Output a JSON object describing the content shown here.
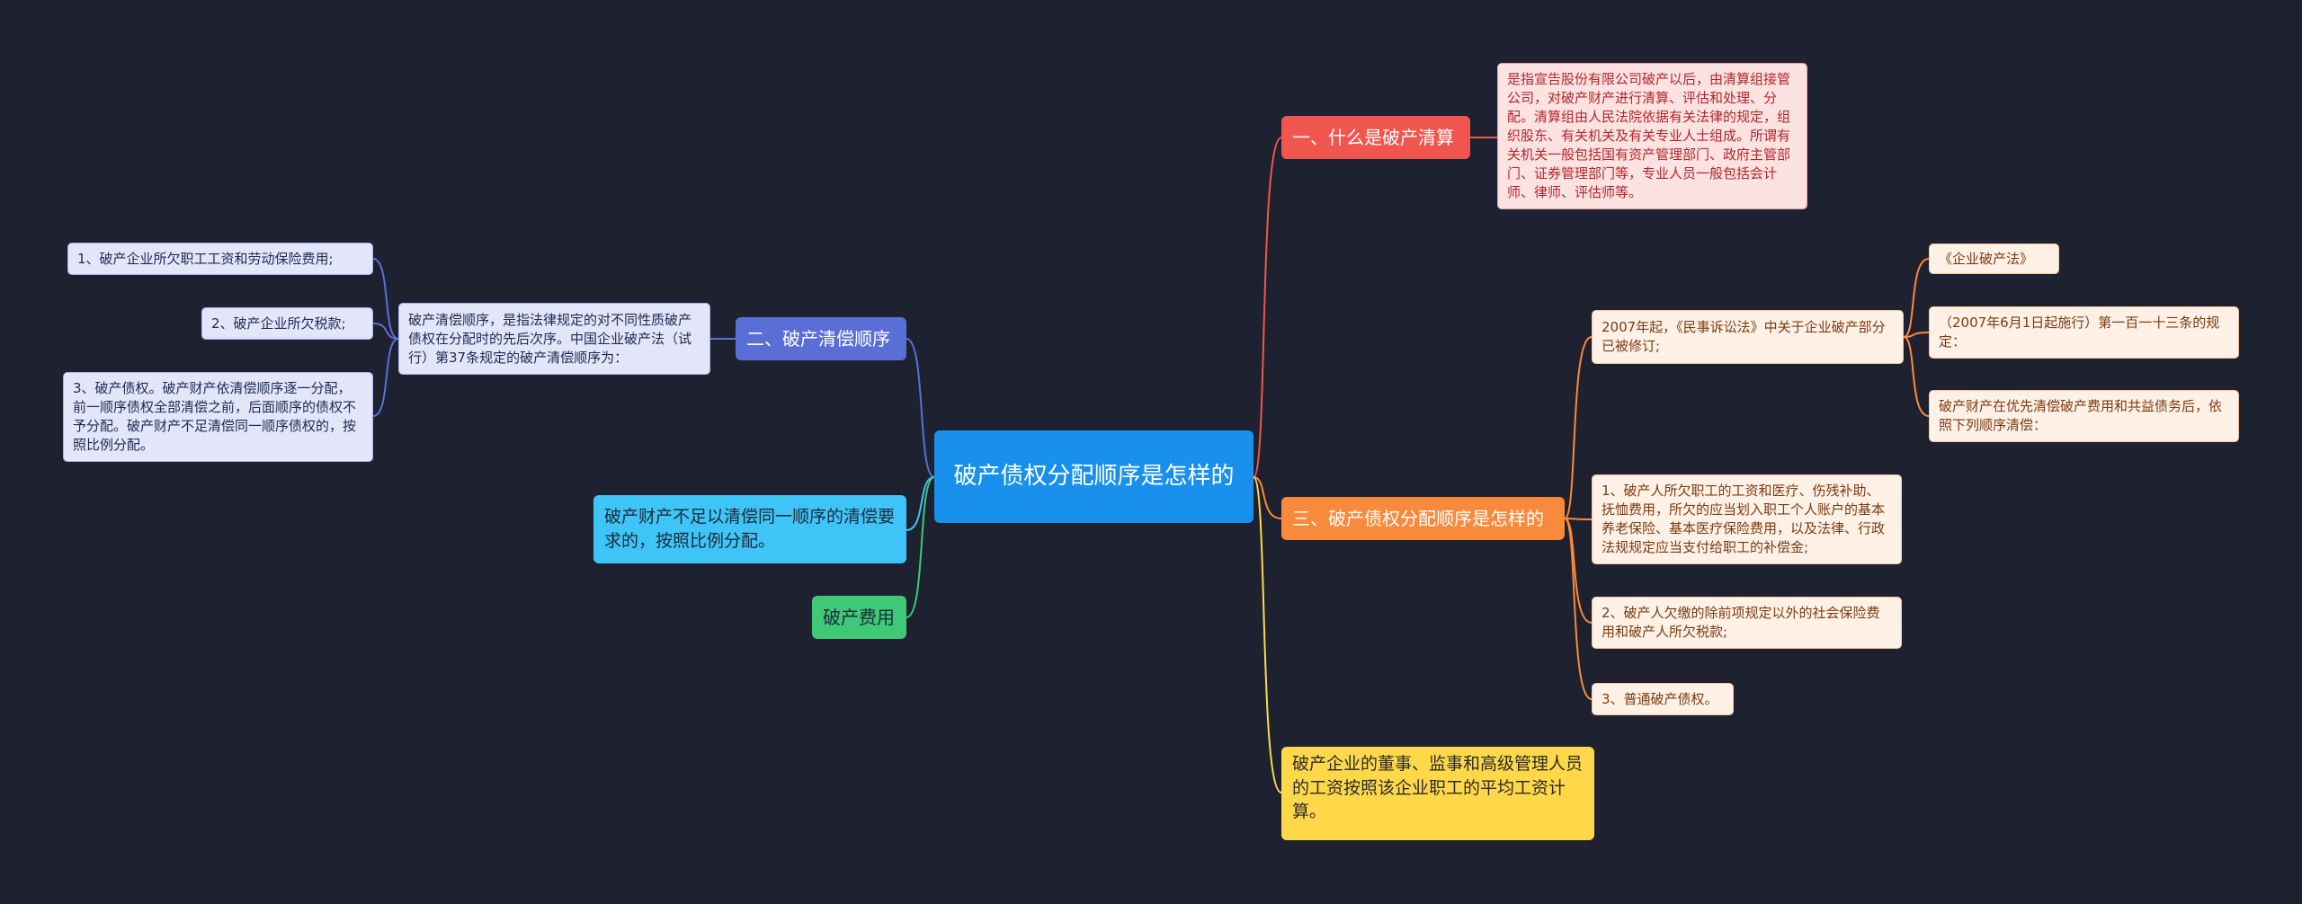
{
  "mindmap": {
    "center": {
      "text": "破产债权分配顺序是怎样的"
    },
    "branches": {
      "b1": {
        "label": "一、什么是破产清算",
        "detail": "是指宣告股份有限公司破产以后，由清算组接管公司，对破产财产进行清算、评估和处理、分配。清算组由人民法院依据有关法律的规定，组织股东、有关机关及有关专业人士组成。所谓有关机关一般包括国有资产管理部门、政府主管部门、证券管理部门等，专业人员一般包括会计师、律师、评估师等。"
      },
      "b2": {
        "label": "二、破产清偿顺序",
        "detail": "破产清偿顺序，是指法律规定的对不同性质破产债权在分配时的先后次序。中国企业破产法（试行）第37条规定的破产清偿顺序为：",
        "items": [
          "1、破产企业所欠职工工资和劳动保险费用;",
          "2、破产企业所欠税款;",
          "3、破产债权。破产财产依清偿顺序逐一分配，前一顺序债权全部清偿之前，后面顺序的债权不予分配。破产财产不足清偿同一顺序债权的，按照比例分配。"
        ]
      },
      "b3": {
        "label": "三、破产债权分配顺序是怎样的",
        "sub1": {
          "text": "2007年起，《民事诉讼法》中关于企业破产部分已被修订;",
          "items": [
            "《企业破产法》",
            "（2007年6月1日起施行）第一百一十三条的规定：",
            "破产财产在优先清偿破产费用和共益债务后，依照下列顺序清偿："
          ]
        },
        "items": [
          "1、破产人所欠职工的工资和医疗、伤残补助、抚恤费用，所欠的应当划入职工个人账户的基本养老保险、基本医疗保险费用，以及法律、行政法规规定应当支付给职工的补偿金;",
          "2、破产人欠缴的除前项规定以外的社会保险费用和破产人所欠税款;",
          "3、普通破产债权。"
        ]
      },
      "b4": {
        "text": "破产企业的董事、监事和高级管理人员的工资按照该企业职工的平均工资计算。"
      },
      "b5": {
        "text": "破产财产不足以清偿同一顺序的清偿要求的，按照比例分配。"
      },
      "b6": {
        "text": "破产费用"
      }
    },
    "colors": {
      "red": "#f0564e",
      "orange": "#f98a3c",
      "blue": "#5a6fd6",
      "yellow": "#ffd84a",
      "cyan": "#3ec4f7",
      "green": "#3fc878",
      "center": "#1890ec"
    }
  }
}
